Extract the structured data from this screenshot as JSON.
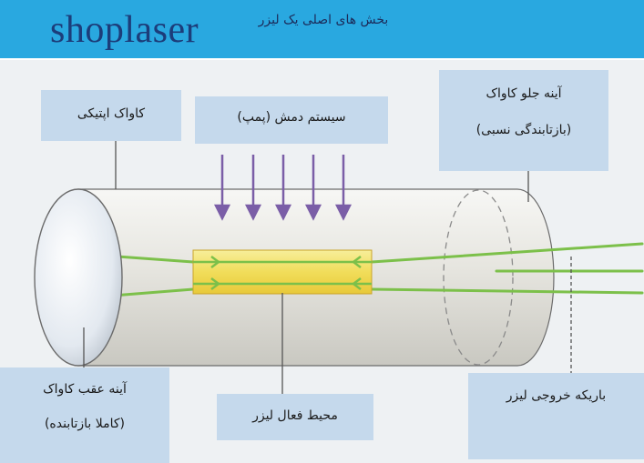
{
  "header": {
    "logo_text": "shoplaser",
    "title": "بخش های اصلی یک لیزر"
  },
  "labels": {
    "optical_cavity": "کاواک اپتیکی",
    "pump_system": "سیستم دمش (پمپ)",
    "front_mirror": [
      "آینه جلو کاواک",
      "(بازتابندگی نسبی)"
    ],
    "rear_mirror": [
      "آینه عقب کاواک",
      "(کاملا بازتابنده)"
    ],
    "active_medium": "محیط فعال لیزر",
    "output_beam": "باریکه خروجی لیزر"
  },
  "colors": {
    "banner": "#29a8e0",
    "label_bg": "#c5d9ec",
    "pump_arrows": "#7b5ea7",
    "beam": "#7cc04a",
    "medium": "#f3e36a"
  }
}
